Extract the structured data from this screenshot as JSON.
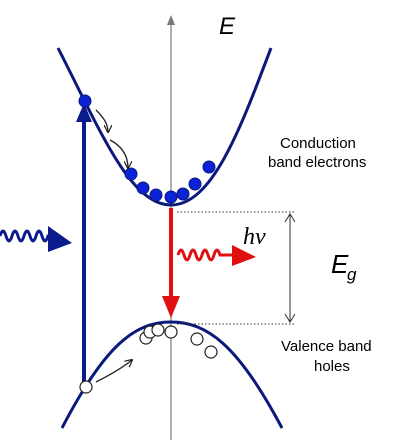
{
  "labels": {
    "energy_axis": "E",
    "conduction": [
      "Conduction",
      "band electrons"
    ],
    "photon": "hν",
    "gap_letter": "E",
    "gap_subscript": "g",
    "valence": [
      "Valence band",
      "holes"
    ]
  },
  "colors": {
    "band_curve": "#0a1a7a",
    "electron_fill": "#0a23d6",
    "pump_arrow": "#0b1a8c",
    "pump_wave": "#0b1a8c",
    "emission_arrow": "#e01010",
    "emission_wave": "#e01010",
    "axis": "#7a7a7a",
    "dimension": "#333333"
  },
  "icons": {
    "incoming_photon": "wavy-arrow-icon",
    "emitted_photon": "wavy-arrow-icon",
    "relaxation": "curved-arrow-icon"
  }
}
